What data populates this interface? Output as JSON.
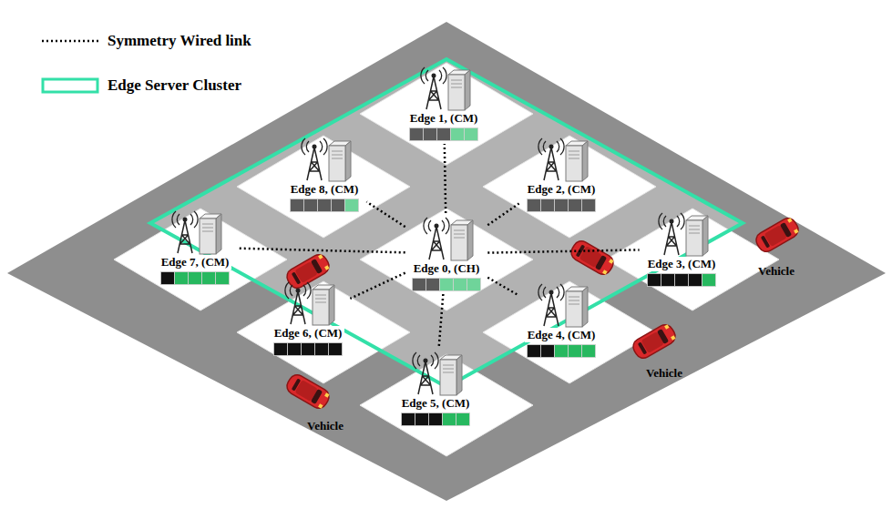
{
  "diagram": {
    "nodes": [
      {
        "text": [
          "Edge 1, (CM)"
        ]
      },
      {
        "text": [
          "Edge 8, (CM)"
        ]
      },
      {
        "text": [
          "Edge 2, (CM)"
        ]
      },
      {
        "text": [
          "Edge 7, (CM)"
        ]
      },
      {
        "text": [
          "Edge 0, (CH)"
        ]
      },
      {
        "text": [
          "Edge 3, (CM)"
        ]
      },
      {
        "text": [
          "Edge 6, (CM)"
        ]
      },
      {
        "text": [
          "Edge 4, (CM)"
        ]
      },
      {
        "text": [
          "Edge 5, (CM)"
        ]
      }
    ],
    "edges": [
      {
        "from": 4,
        "to": 0,
        "arrow": "none"
      },
      {
        "from": 4,
        "to": 2,
        "arrow": "none"
      },
      {
        "from": 4,
        "to": 5,
        "arrow": "none"
      },
      {
        "from": 4,
        "to": 7,
        "arrow": "none"
      },
      {
        "from": 4,
        "to": 8,
        "arrow": "none"
      },
      {
        "from": 4,
        "to": 6,
        "arrow": "none"
      },
      {
        "from": 4,
        "to": 3,
        "arrow": "none"
      },
      {
        "from": 4,
        "to": 1,
        "arrow": "none"
      }
    ],
    "labels": [
      "Vehicle",
      "Vehicle",
      "Vehicle"
    ],
    "legend": [
      {
        "text": "Symmetry Wired link"
      },
      {
        "text": "Edge Server Cluster"
      }
    ]
  }
}
